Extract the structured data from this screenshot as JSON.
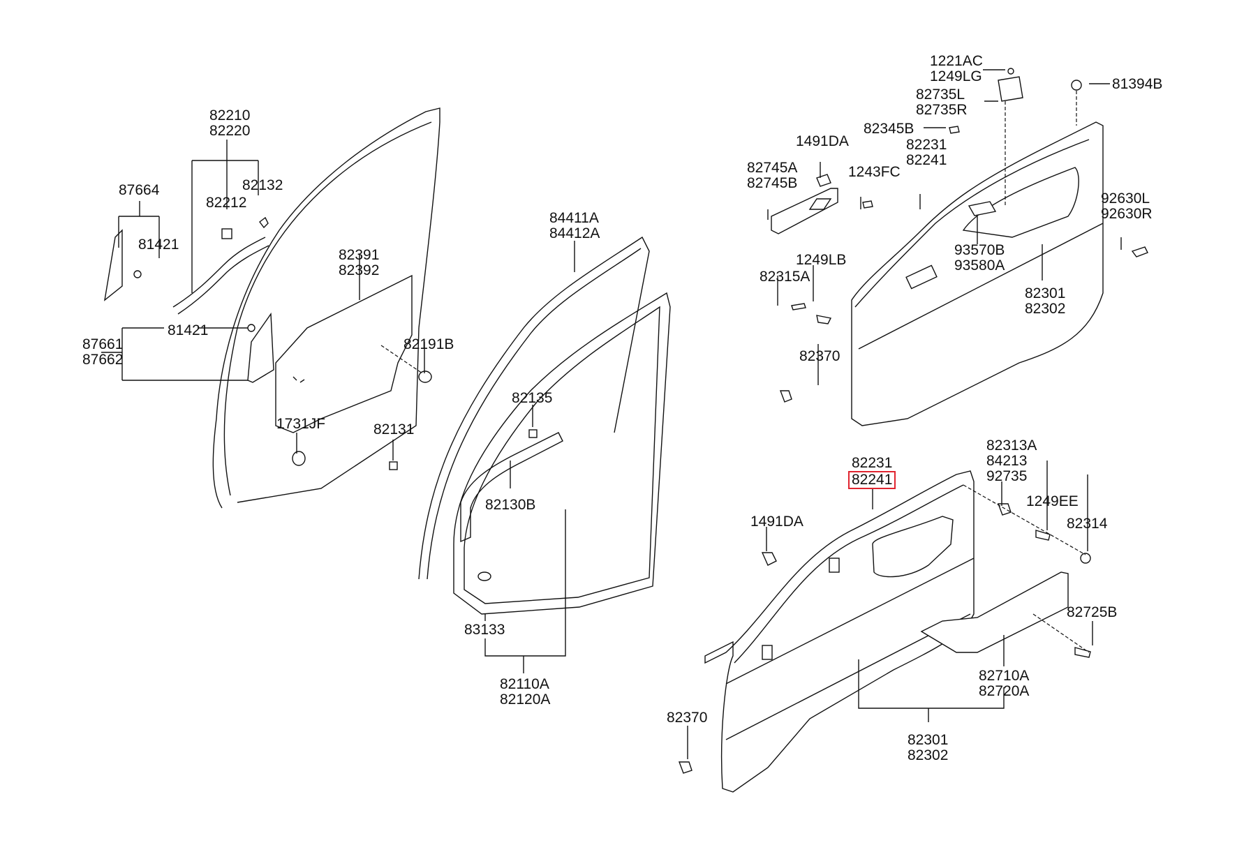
{
  "diagram": {
    "highlight_color": "#e0242f",
    "labels": {
      "l_82210": [
        "82210",
        "82220"
      ],
      "l_87664": [
        "87664"
      ],
      "l_82212": [
        "82212"
      ],
      "l_82132": [
        "82132"
      ],
      "l_81421a": [
        "81421"
      ],
      "l_82391": [
        "82391",
        "82392"
      ],
      "l_81421b": [
        "81421"
      ],
      "l_87661": [
        "87661",
        "87662"
      ],
      "l_82191b": [
        "82191B"
      ],
      "l_1731jf": [
        "1731JF"
      ],
      "l_82131": [
        "82131"
      ],
      "l_84411": [
        "84411A",
        "84412A"
      ],
      "l_82135": [
        "82135"
      ],
      "l_82130b": [
        "82130B"
      ],
      "l_83133": [
        "83133"
      ],
      "l_82110a": [
        "82110A",
        "82120A"
      ],
      "l_1221ac": [
        "1221AC",
        "1249LG"
      ],
      "l_82735": [
        "82735L",
        "82735R"
      ],
      "l_81394b": [
        "81394B"
      ],
      "l_82345b": [
        "82345B"
      ],
      "l_1491da_top": [
        "1491DA"
      ],
      "l_82231_top": [
        "82231",
        "82241"
      ],
      "l_82745": [
        "82745A",
        "82745B"
      ],
      "l_1243fc": [
        "1243FC"
      ],
      "l_92630": [
        "92630L",
        "92630R"
      ],
      "l_93570": [
        "93570B",
        "93580A"
      ],
      "l_1249lb": [
        "1249LB"
      ],
      "l_82315a": [
        "82315A"
      ],
      "l_82301_top": [
        "82301",
        "82302"
      ],
      "l_82370_top": [
        "82370"
      ],
      "l_82231_bot": [
        "82231",
        "82241"
      ],
      "l_82313a": [
        "82313A",
        "84213",
        "92735"
      ],
      "l_1491da_bot": [
        "1491DA"
      ],
      "l_1249ee": [
        "1249EE"
      ],
      "l_82314": [
        "82314"
      ],
      "l_82725b": [
        "82725B"
      ],
      "l_82710a": [
        "82710A",
        "82720A"
      ],
      "l_82370_bot": [
        "82370"
      ],
      "l_82301_bot": [
        "82301",
        "82302"
      ]
    },
    "highlighted_part": "82241"
  }
}
